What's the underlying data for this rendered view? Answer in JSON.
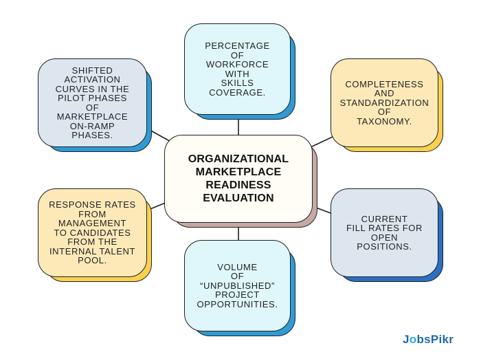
{
  "center": {
    "label": "ORGANIZATIONAL\nMARKETPLACE\nREADINESS\nEVALUATION"
  },
  "nodes": {
    "top": "PERCENTAGE\nOF\nWORKFORCE\nWITH\nSKILLS COVERAGE.",
    "top_left": "SHIFTED\nACTIVATION\nCURVES IN THE\nPILOT PHASES\nOF\nMARKETPLACE\nON-RAMP\nPHASES.",
    "top_right": "COMPLETENESS\nAND\nSTANDARDIZATION\nOF\nTAXONOMY.",
    "bottom_left": "RESPONSE RATES\nFROM\nMANAGEMENT\nTO CANDIDATES\nFROM THE\nINTERNAL TALENT\nPOOL.",
    "bottom_right": "CURRENT\nFILL RATES FOR\nOPEN\nPOSITIONS.",
    "bottom": "VOLUME\nOF\n“UNPUBLISHED”\nPROJECT\nOPPORTUNITIES."
  },
  "colors": {
    "cyan_face": "#dff6fb",
    "cyan_shadow": "#2e9bd6",
    "yellow_face": "#fde9b8",
    "yellow_shadow": "#f9d14f",
    "steel_face": "#dde6ee",
    "steel_shadow": "#2a6fc2",
    "center_face": "#fffdf6",
    "center_shadow": "#c5aaa2",
    "line": "#1f1f1f"
  },
  "logo": {
    "part1": "J",
    "part2": "bsPikr",
    "dot": "o"
  }
}
